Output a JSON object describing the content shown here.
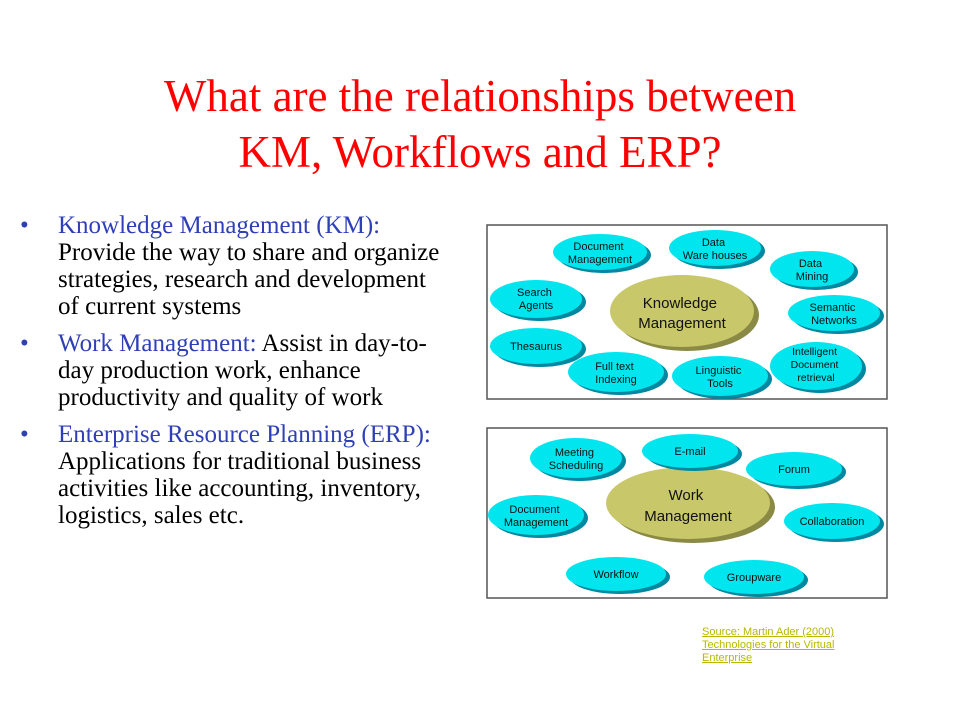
{
  "title": {
    "line1": "What are the relationships between",
    "line2": "KM, Workflows and ERP?"
  },
  "bullets": [
    {
      "term": "Knowledge Management (KM):",
      "text": "Provide the way to share and organize strategies, research and development of current systems"
    },
    {
      "term": "Work Management:",
      "text": "Assist in day-to-day production work, enhance productivity and quality of work"
    },
    {
      "term": "Enterprise Resource Planning (ERP):",
      "text": "Applications for traditional business activities like accounting, inventory, logistics, sales etc."
    }
  ],
  "km_diagram": {
    "center": [
      "Knowledge",
      "Management"
    ],
    "nodes": {
      "document_management": [
        "Document",
        "Management"
      ],
      "data_warehouses": [
        "Data",
        "Ware houses"
      ],
      "data_mining": [
        "Data",
        "Mining"
      ],
      "search_agents": [
        "Search",
        "Agents"
      ],
      "semantic_networks": [
        "Semantic",
        "Networks"
      ],
      "thesaurus": [
        "Thesaurus"
      ],
      "intelligent_document_retrieval": [
        "Intelligent",
        "Document",
        "retrieval"
      ],
      "full_text_indexing": [
        "Full text",
        "Indexing"
      ],
      "linguistic_tools": [
        "Linguistic",
        "Tools"
      ]
    }
  },
  "wm_diagram": {
    "center": [
      "Work",
      "Management"
    ],
    "nodes": {
      "meeting_scheduling": [
        "Meeting",
        "Scheduling"
      ],
      "email": [
        "E-mail"
      ],
      "forum": [
        "Forum"
      ],
      "document_management": [
        "Document",
        "Management"
      ],
      "collaboration": [
        "Collaboration"
      ],
      "workflow": [
        "Workflow"
      ],
      "groupware": [
        "Groupware"
      ]
    }
  },
  "source": {
    "line1": "Source: Martin Ader (2000)",
    "line2": "Technologies for the Virtual",
    "line3": "Enterprise"
  },
  "colors": {
    "title": "#ff0000",
    "term": "#2f3fb8",
    "node_fill": "#00e5ee",
    "center_fill": "#c8c86a",
    "source": "#b8b800"
  }
}
